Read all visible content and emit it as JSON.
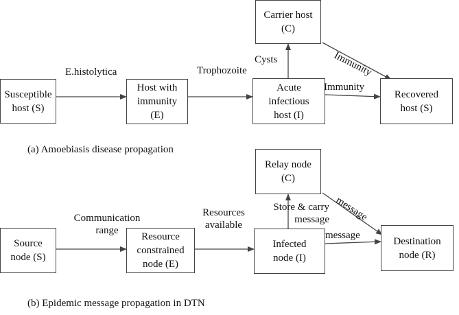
{
  "diagram_a": {
    "caption": "(a) Amoebiasis disease propagation",
    "nodes": {
      "susceptible": "Susceptible\nhost (S)",
      "immunity_host": "Host with\nimmunity\n(E)",
      "acute": "Acute\ninfectious\nhost (I)",
      "carrier": "Carrier host\n(C)",
      "recovered": "Recovered\nhost (S)"
    },
    "edges": {
      "s_to_e": "E.histolytica",
      "e_to_i": "Trophozoite",
      "i_to_c": "Cysts",
      "i_to_r": "Immunity",
      "c_to_r": "Immunity"
    }
  },
  "diagram_b": {
    "caption": "(b) Epidemic message propagation in DTN",
    "nodes": {
      "source": "Source\nnode (S)",
      "resource": "Resource\nconstrained\nnode (E)",
      "infected": "Infected\nnode (I)",
      "relay": "Relay node\n(C)",
      "destination": "Destination\nnode (R)"
    },
    "edges": {
      "s_to_e": "Communication\nrange",
      "e_to_i": "Resources\navailable",
      "i_to_c": "Store & carry\nmessage",
      "i_to_r": "message",
      "c_to_r": "message"
    }
  }
}
